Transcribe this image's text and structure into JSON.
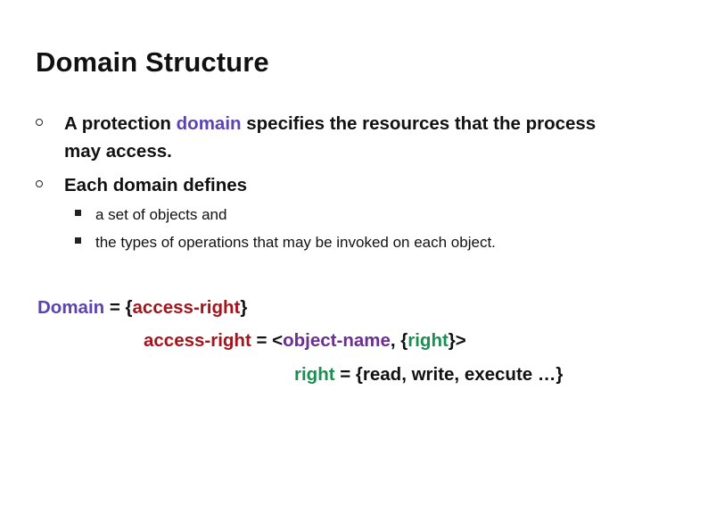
{
  "slide": {
    "title": "Domain Structure",
    "bullets": [
      {
        "parts": [
          "A protection ",
          "domain",
          " specifies the resources that the process may access."
        ]
      },
      {
        "text": "Each domain defines",
        "subitems": [
          "a set of objects and",
          "the types of operations that may be invoked on each object."
        ]
      }
    ],
    "definitions": {
      "line1": [
        "Domain",
        " = {",
        "access-right",
        "}"
      ],
      "line2": [
        "access-right",
        " = <",
        "object-name",
        ", {",
        "right",
        "}>"
      ],
      "line3": [
        "right",
        " =  {read, write, execute …}"
      ]
    }
  },
  "colors": {
    "domain_blue": "#5b43b3",
    "access_right_red": "#a3151c",
    "object_name_purple": "#6b2f8f",
    "right_green": "#1a8f4f"
  }
}
